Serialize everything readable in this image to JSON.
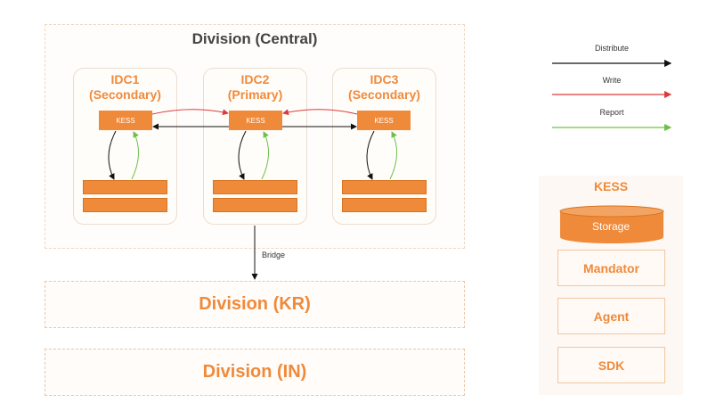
{
  "central": {
    "title": "Division (Central)"
  },
  "idcs": [
    {
      "name": "IDC1",
      "role": "(Secondary)",
      "node": "KESS"
    },
    {
      "name": "IDC2",
      "role": "(Primary)",
      "node": "KESS"
    },
    {
      "name": "IDC3",
      "role": "(Secondary)",
      "node": "KESS"
    }
  ],
  "bridge_label": "Bridge",
  "divisions": [
    "Division (KR)",
    "Division (IN)"
  ],
  "legend": [
    {
      "label": "Distribute",
      "color": "#111111"
    },
    {
      "label": "Write",
      "color": "#d93b3b"
    },
    {
      "label": "Report",
      "color": "#6cc04a"
    }
  ],
  "kess_panel": {
    "title": "KESS",
    "storage": "Storage",
    "components": [
      "Mandator",
      "Agent",
      "SDK"
    ]
  },
  "colors": {
    "accent": "#ef8a3b",
    "write": "#d93b3b",
    "report": "#6cc04a",
    "distribute": "#111111"
  }
}
